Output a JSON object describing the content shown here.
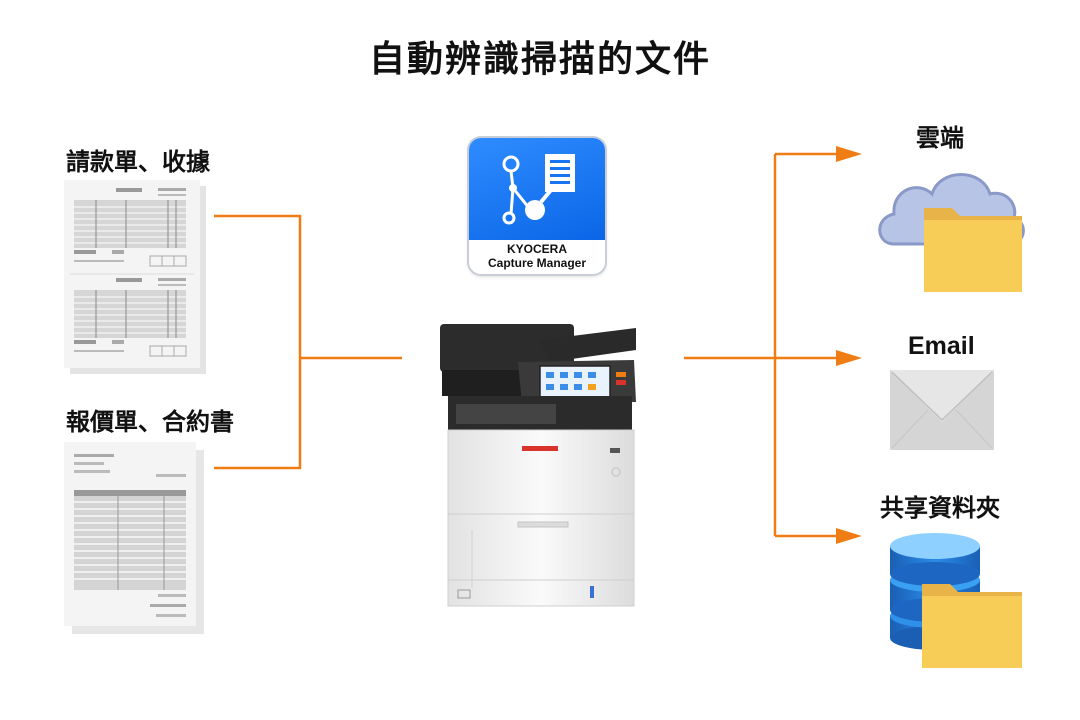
{
  "title": "自動辨識掃描的文件",
  "inputs": [
    {
      "label": "請款單、收據"
    },
    {
      "label": "報價單、合約書"
    }
  ],
  "app": {
    "name_line1": "KYOCERA",
    "name_line2": "Capture Manager"
  },
  "outputs": [
    {
      "label": "雲端",
      "icon": "cloud-folder-icon"
    },
    {
      "label": "Email",
      "icon": "envelope-icon"
    },
    {
      "label": "共享資料夾",
      "icon": "database-folder-icon"
    }
  ],
  "colors": {
    "connector": "#ef7d14",
    "app_blue": "#1a73f0",
    "folder": "#f7cc57",
    "cloud": "#b8c4e6",
    "database": "#1f77d0"
  }
}
